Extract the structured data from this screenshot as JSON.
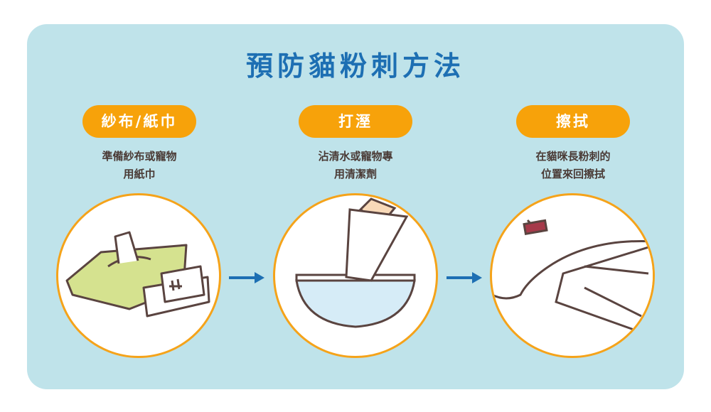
{
  "title": "預防貓粉刺方法",
  "steps": [
    {
      "label": "紗布/紙巾",
      "desc_line1": "準備紗布或寵物",
      "desc_line2": "用紙巾",
      "icon": "wet-wipes-icon"
    },
    {
      "label": "打溼",
      "desc_line1": "沾清水或寵物專",
      "desc_line2": "用清潔劑",
      "icon": "dip-bowl-icon"
    },
    {
      "label": "擦拭",
      "desc_line1": "在貓咪長粉刺的",
      "desc_line2": "位置來回擦拭",
      "icon": "wipe-cat-chin-icon"
    }
  ],
  "colors": {
    "panel": "#bfe3ea",
    "title": "#1d6fb3",
    "accent": "#f7a20a",
    "arrow": "#1d6fb3"
  }
}
